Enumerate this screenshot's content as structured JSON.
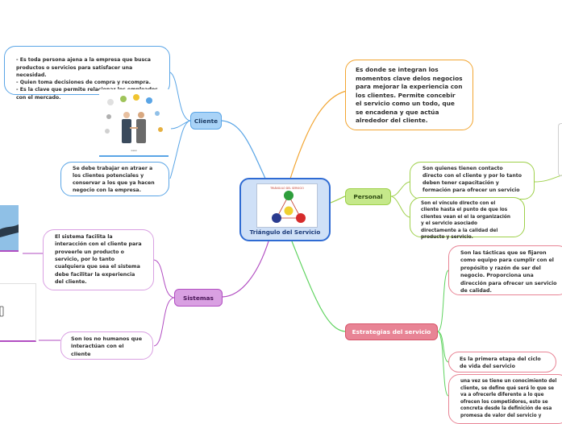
{
  "central": {
    "title": "Triángulo del Servicio",
    "image_caption": "TRIÁNGULO DEL SERVICIO"
  },
  "branches": {
    "cliente": {
      "label": "Cliente"
    },
    "personal": {
      "label": "Personal"
    },
    "sistemas": {
      "label": "Sistemas"
    },
    "estrategias": {
      "label": "Estrategias del servicio"
    }
  },
  "notes": {
    "main_desc": "Es donde se  integran los momentos clave delos negocios para mejorar la experiencia con los clientes. Permite concebir el servicio como un todo, que se encadena y que actúa alrededor del cliente.",
    "cliente_def": "- Es toda persona ajena a la empresa que busca productos o servicios para satisfacer una necesidad.\n- Quien toma decisiones de  compra y recompra.\n- Es la clave que permite relacionar los empleados con el mercado.",
    "cliente_attract": "Se debe trabajar en atraer a los clientes potenciales y conservar a los que ya hacen negocio con la empresa.",
    "personal_1": "Son quienes tienen contacto directo con el cliente y por lo tanto deben tener capacitación y formación para ofrecer un servicio",
    "personal_2": "Son el vínculo directo con el cliente hasta el punto de que los clientes vean el el la organización y el servicio asociado directamente a la calidad del producto y servicio.",
    "sistemas_1": "El sistema facilita la interacción con el cliente para proveerle un producto o servicio, por lo tanto cualquiera que sea el sistema debe facilitar la experiencia del cliente.",
    "sistemas_2": "Son los no humanos que interactúan con el cliente",
    "estrategia_1": "Son las tácticas que se fijaron como equipo para cumplir con el propósito y razón de ser del negocio. Proporciona una dirección para ofrecer un servicio de calidad.",
    "estrategia_2": "Es la primera etapa del ciclo de vida del servicio",
    "estrategia_3": "una vez se tiene un conocimiento del cliente, se define qué será lo que se va a ofrecerle diferente a lo que ofrecen los competidores, esto se concreta desde la definición de esa promesa de valor del servicio y"
  },
  "colors": {
    "cliente": "#5aa5e6",
    "personal": "#9ed04a",
    "sistemas": "#b24ec2",
    "estrategias": "#d8556a",
    "main_desc": "#f2a531",
    "central_border": "#2f6bd3"
  }
}
